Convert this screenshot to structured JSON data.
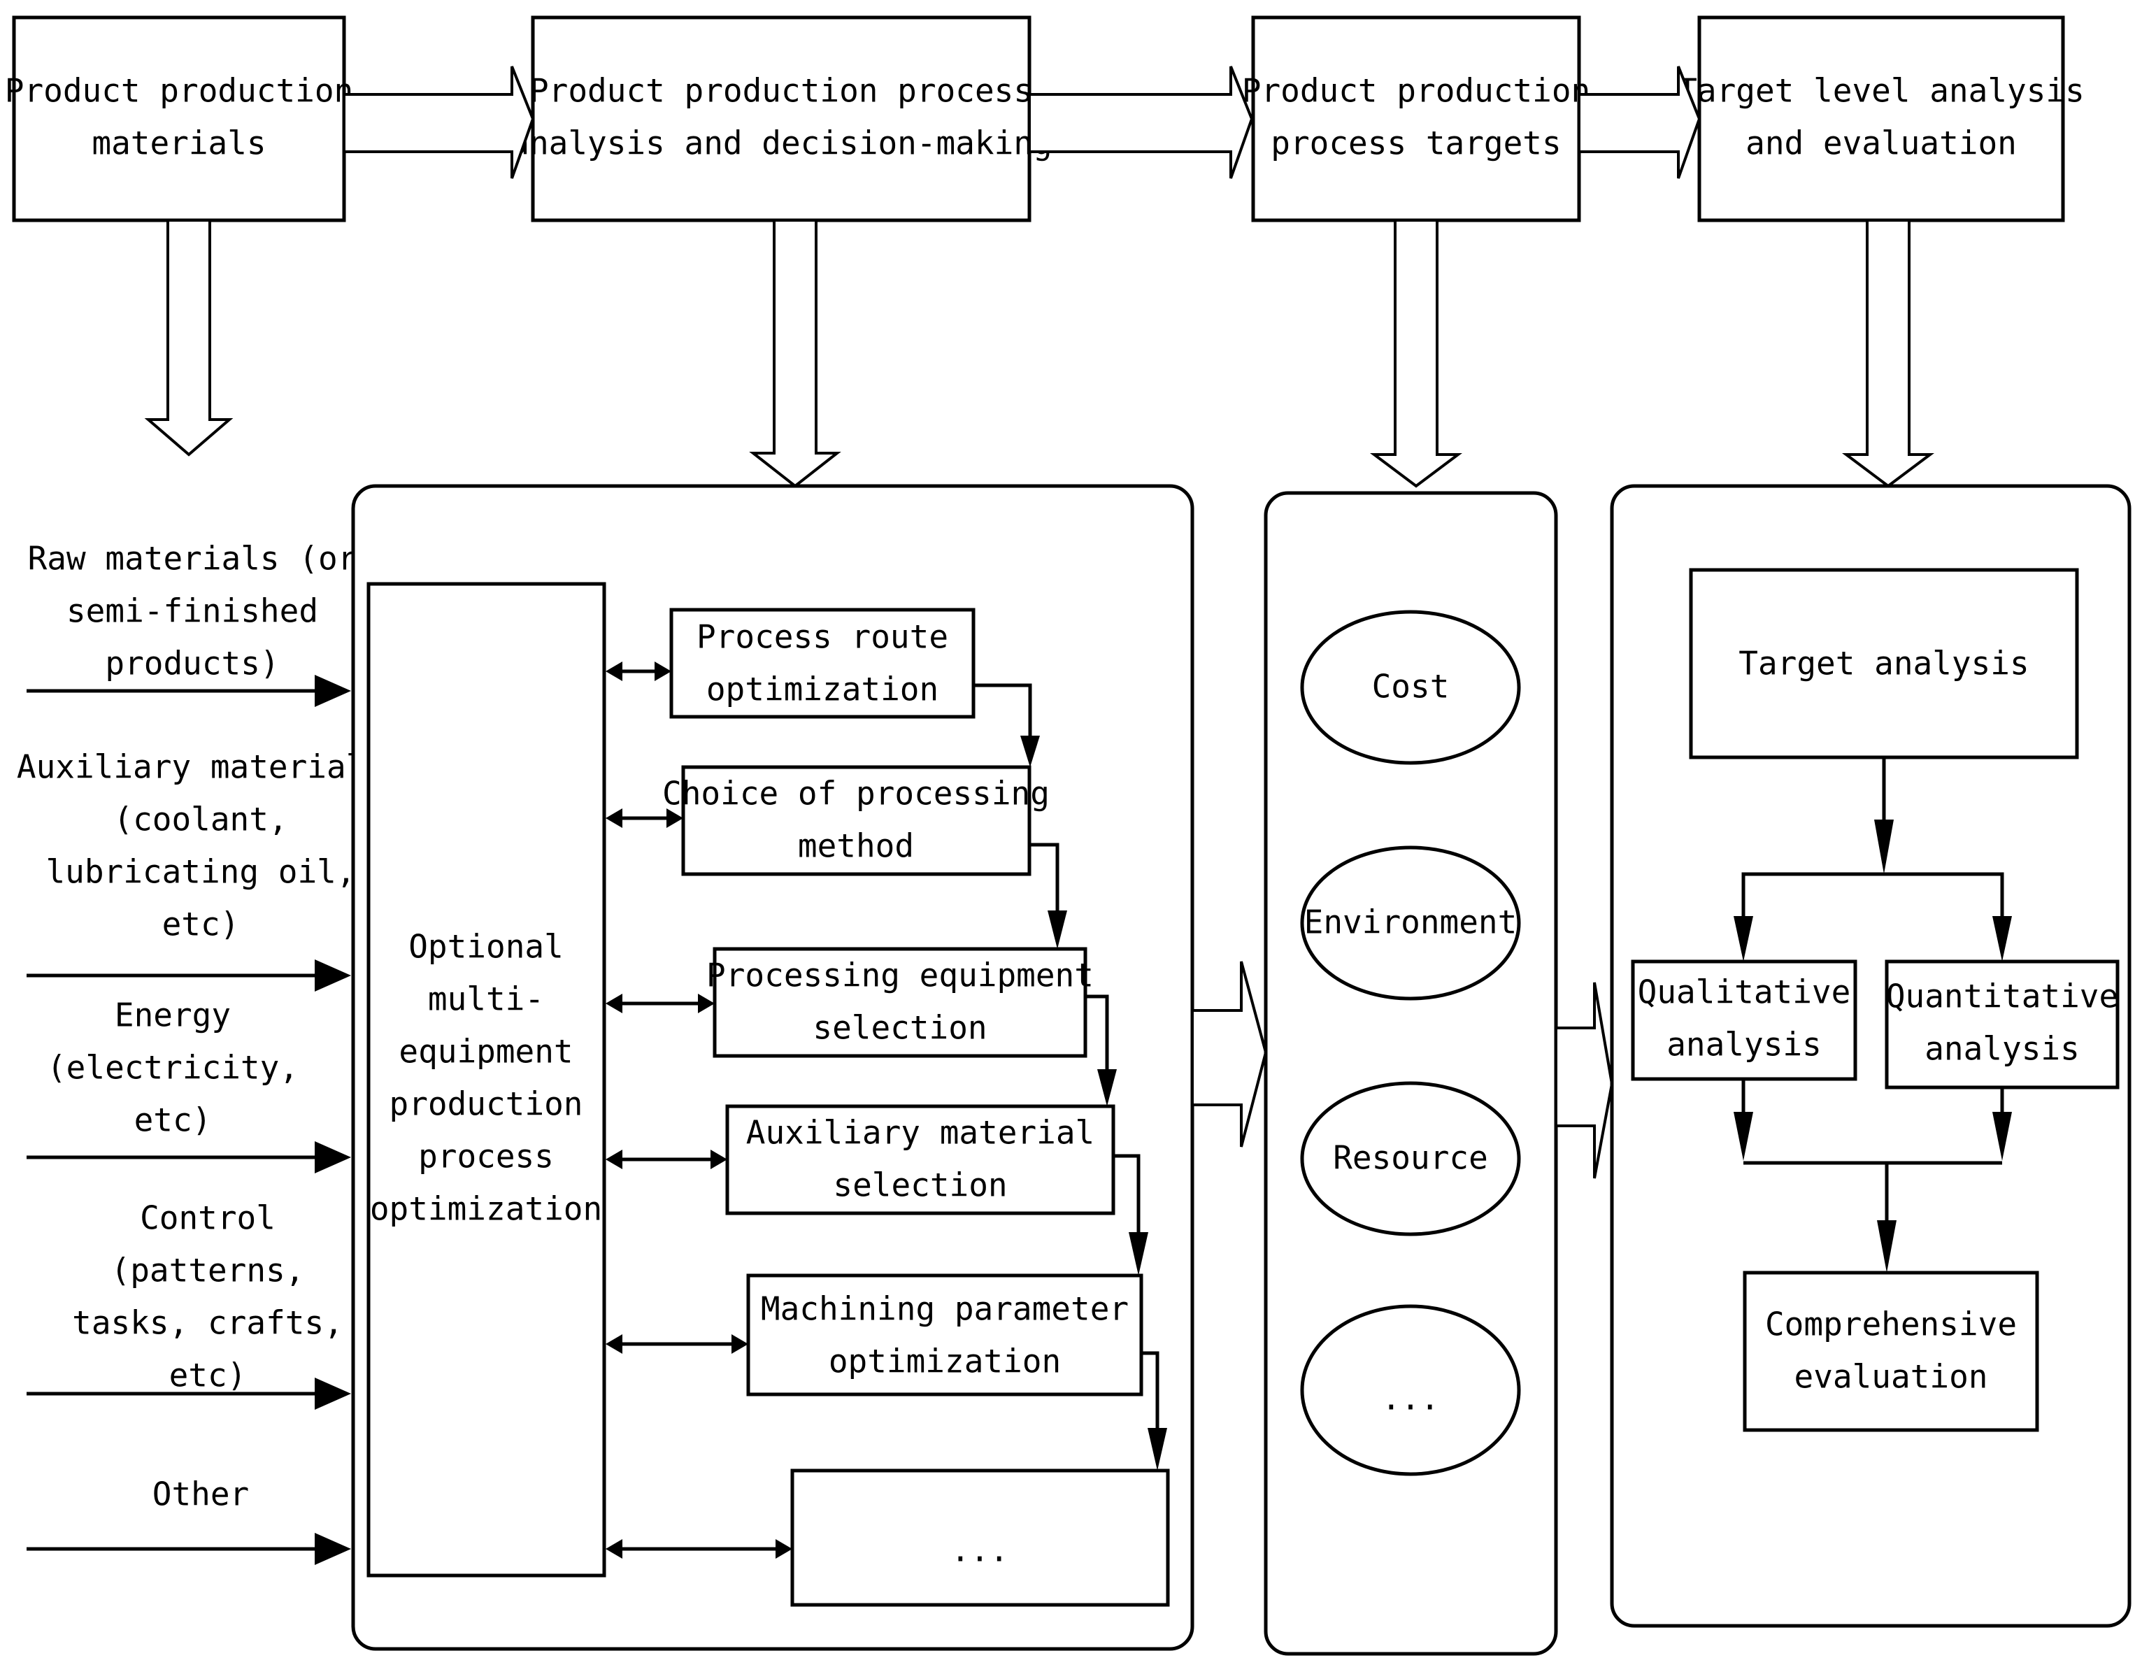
{
  "top_stages": [
    {
      "id": "materials",
      "lines": [
        "Product production",
        "materials"
      ]
    },
    {
      "id": "analysis",
      "lines": [
        "Product production process",
        "analysis and decision-making"
      ]
    },
    {
      "id": "targets",
      "lines": [
        "Product production",
        "process targets"
      ]
    },
    {
      "id": "evaluation",
      "lines": [
        "Target level analysis",
        "and evaluation"
      ]
    }
  ],
  "inputs": [
    {
      "id": "raw",
      "lines": [
        "Raw materials (or",
        "semi-finished",
        "products)"
      ]
    },
    {
      "id": "auxiliary",
      "lines": [
        "Auxiliary materials",
        "(coolant,",
        "lubricating oil,",
        "etc)"
      ]
    },
    {
      "id": "energy",
      "lines": [
        "Energy",
        "(electricity,",
        "etc)"
      ]
    },
    {
      "id": "control",
      "lines": [
        "Control",
        "(patterns,",
        "tasks, crafts,",
        "etc)"
      ]
    },
    {
      "id": "other",
      "lines": [
        "Other"
      ]
    }
  ],
  "optimization": {
    "lines": [
      "Optional",
      "multi-",
      "equipment",
      "production",
      "process",
      "optimization"
    ],
    "steps": [
      {
        "id": "process-route",
        "lines": [
          "Process route",
          "optimization"
        ]
      },
      {
        "id": "processing-method",
        "lines": [
          "Choice of processing",
          "method"
        ]
      },
      {
        "id": "equipment",
        "lines": [
          "Processing equipment",
          "selection"
        ]
      },
      {
        "id": "aux-material",
        "lines": [
          "Auxiliary material",
          "selection"
        ]
      },
      {
        "id": "machining-param",
        "lines": [
          "Machining parameter",
          "optimization"
        ]
      },
      {
        "id": "more",
        "lines": [
          "..."
        ]
      }
    ]
  },
  "targets": [
    {
      "id": "cost",
      "label": "Cost"
    },
    {
      "id": "environment",
      "label": "Environment"
    },
    {
      "id": "resource",
      "label": "Resource"
    },
    {
      "id": "more",
      "label": "..."
    }
  ],
  "evaluation": {
    "target_analysis": "Target analysis",
    "qualitative": [
      "Qualitative",
      "analysis"
    ],
    "quantitative": [
      "Quantitative",
      "analysis"
    ],
    "comprehensive": [
      "Comprehensive",
      "evaluation"
    ]
  }
}
